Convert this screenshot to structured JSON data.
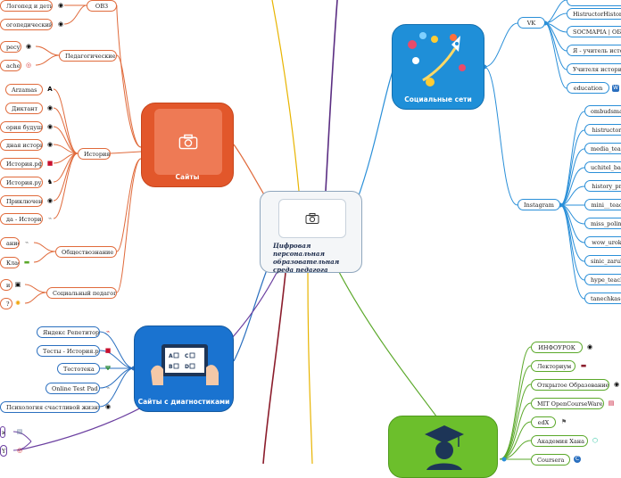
{
  "center": {
    "title": "Цифровая персональная образовательная среда педагога"
  },
  "colors": {
    "orange": "#e06a3b",
    "blue": "#2a6fbf",
    "green": "#5aa829",
    "purple": "#6b3fa0",
    "yellow": "#e8b400"
  },
  "hubs": {
    "sites": {
      "label": "Сайты"
    },
    "social": {
      "label": "Социальные сети"
    },
    "diagnostics": {
      "label": "Сайты с диагностиками"
    }
  },
  "sites": {
    "ovz": "ОВЗ",
    "ovz_items": [
      "Логопед и дети",
      "огопедический портал"
    ],
    "pedagogical": "Педагогические",
    "ped_items": [
      "ресурс",
      "achers"
    ],
    "history": "История",
    "history_items": [
      "Arzamas",
      "Диктант",
      "ория будущего",
      "дная история",
      "История.рф",
      "История.ру",
      "Приключений",
      "да - История"
    ],
    "social_studies": "Обществознание",
    "social_items": [
      "ание",
      "Класс"
    ],
    "social_pedagogue": "Социальный педагог",
    "socped_items": [
      "и",
      "?"
    ]
  },
  "diagnostics": {
    "items": [
      "Яндекс Репетитор",
      "Тесты - История.рф",
      "Тестотека",
      "Online Test Pad",
      "Психология счастливой жизни - тесты"
    ]
  },
  "purple_items": [
    "ю",
    "Y"
  ],
  "social": {
    "vk": "VK",
    "vk_items": [
      "HistructorHistory",
      "SOCMAPIA | ОБЩ",
      "Я - учитель исто",
      "Учителя истории",
      "education"
    ],
    "instagram": "Instagram",
    "insta_items": [
      "ombudsman",
      "histructor",
      "media_teac",
      "uchitel_bal",
      "history_pr",
      "mini__teac",
      "miss_polina",
      "wow_urok",
      "sinic_zarub",
      "hype_teach",
      "tanechkasc"
    ]
  },
  "education": {
    "items": [
      "ИНФОУРОК",
      "Лекториум",
      "Открытое Образование",
      "MIT OpenCourseWare",
      "edX",
      "Академия Хана",
      "Coursera"
    ]
  }
}
